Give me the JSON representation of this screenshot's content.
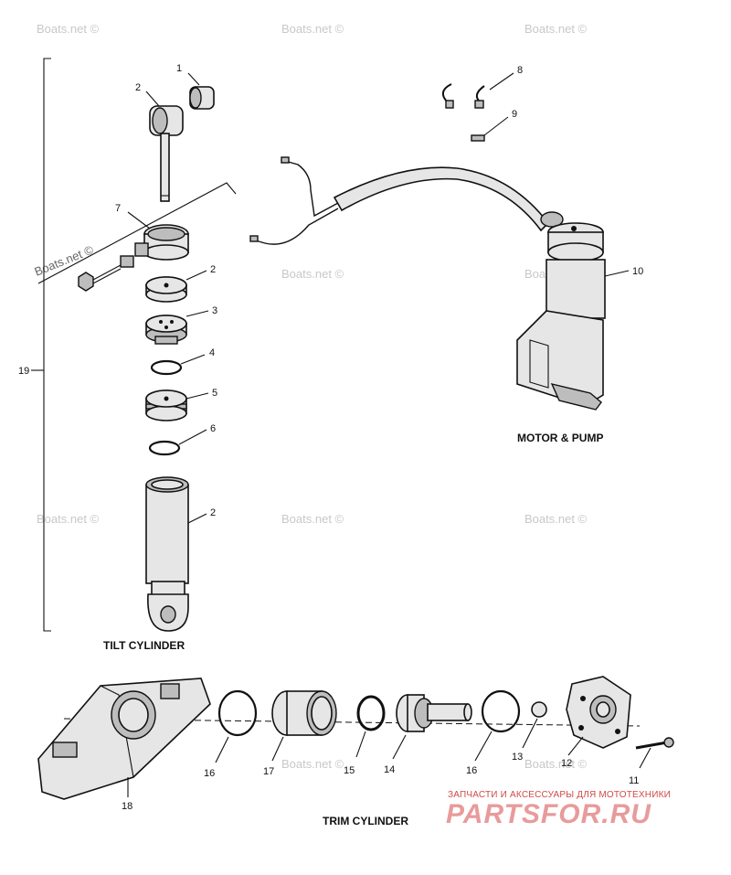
{
  "watermarks": [
    "Boats.net ©",
    "Boats.net ©",
    "Boats.net ©",
    "Boats.net ©",
    "Boats.net ©",
    "Boats.net ©",
    "Boats.net ©",
    "Boats.net ©",
    "Boats.net ©",
    "Boats.net ©",
    "Boats.net ©"
  ],
  "captions": {
    "motor_pump": "MOTOR & PUMP",
    "tilt_cylinder": "TILT CYLINDER",
    "trim_cylinder": "TRIM CYLINDER"
  },
  "callouts": {
    "c1": "1",
    "c2a": "2",
    "c7": "7",
    "c2b": "2",
    "c3": "3",
    "c4": "4",
    "c5": "5",
    "c6": "6",
    "c2c": "2",
    "c19": "19",
    "c8": "8",
    "c9": "9",
    "c10": "10",
    "c16a": "16",
    "c17": "17",
    "c15": "15",
    "c14": "14",
    "c16b": "16",
    "c13": "13",
    "c12": "12",
    "c11": "11",
    "c18": "18"
  },
  "branding": {
    "tagline": "ЗАПЧАСТИ И АКСЕССУАРЫ ДЛЯ МОТОТЕХНИКИ",
    "logo": "PARTSFOR.RU"
  }
}
